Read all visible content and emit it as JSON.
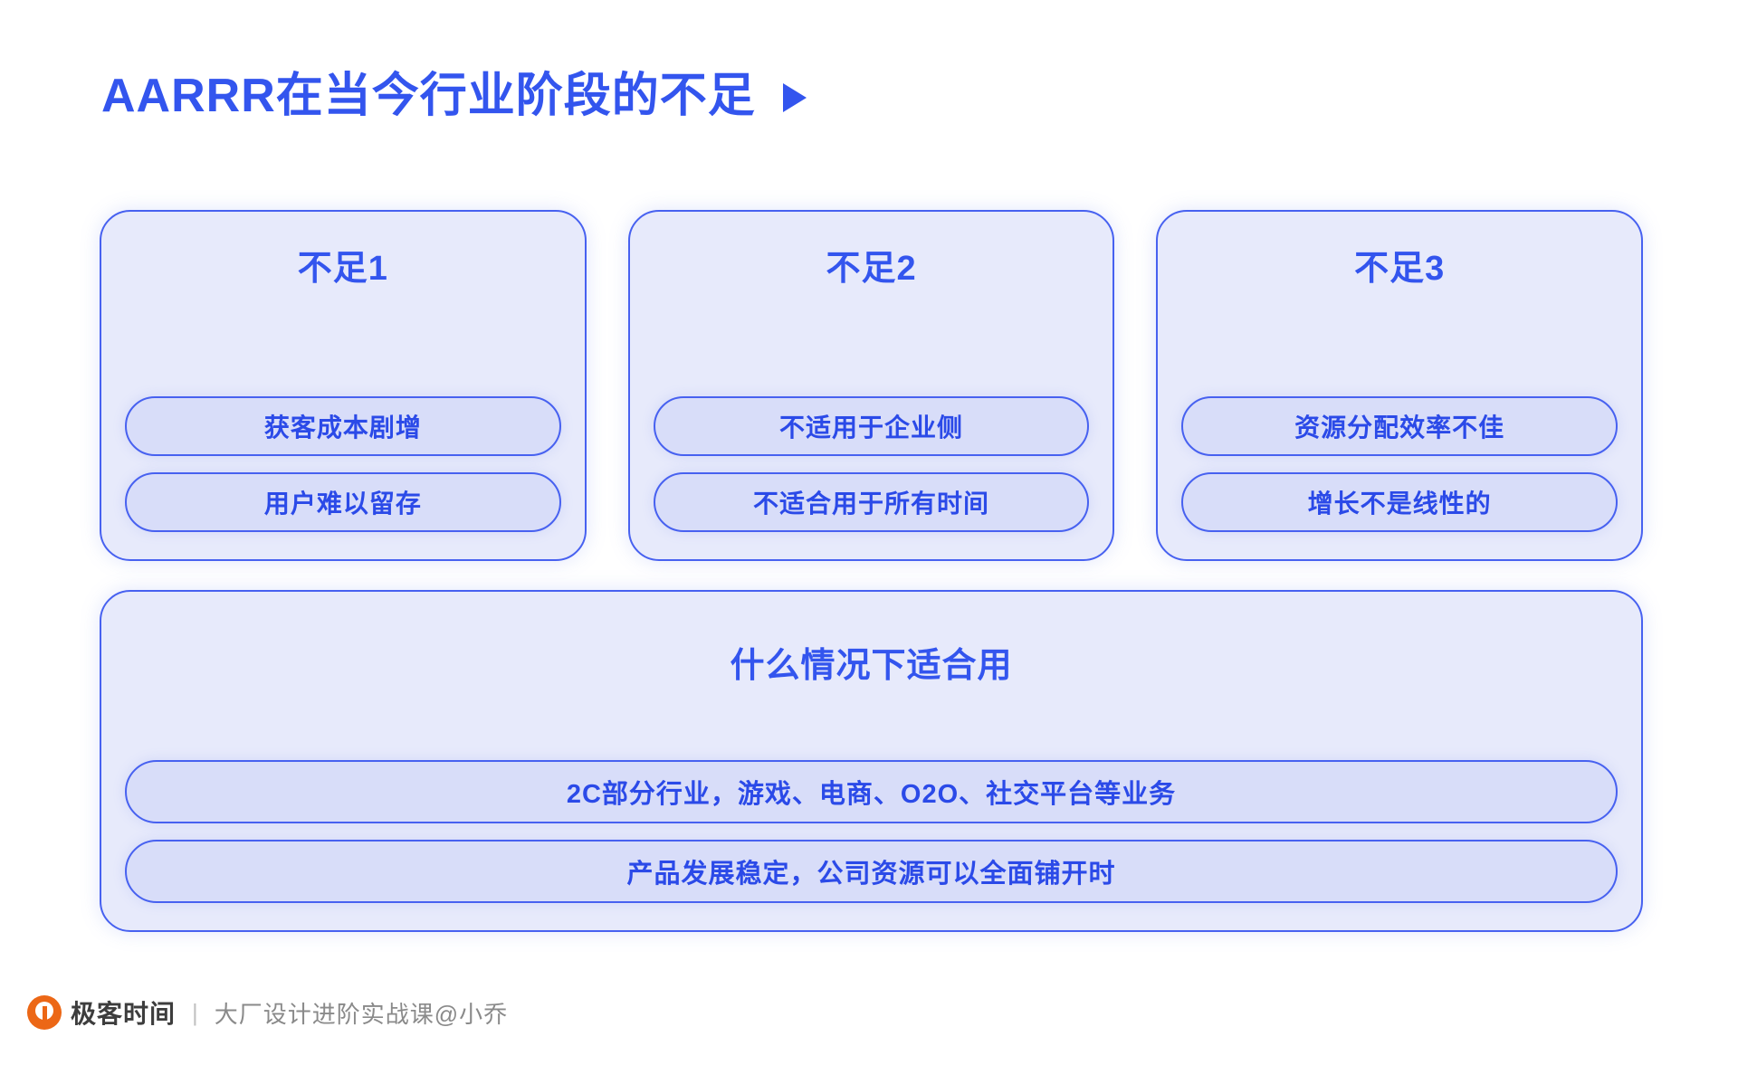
{
  "slide": {
    "title": "AARRR在当今行业阶段的不足",
    "title_marker_icon": "play-triangle-icon",
    "accent_color": "#3355ee",
    "card_border_color": "#4761f0",
    "card_fill_color": "#e7eafb",
    "pill_fill_color": "#d8ddf9",
    "background_color": "#ffffff"
  },
  "cards": [
    {
      "title": "不足1",
      "pills": [
        "获客成本剧增",
        "用户难以留存"
      ]
    },
    {
      "title": "不足2",
      "pills": [
        "不适用于企业侧",
        "不适合用于所有时间"
      ]
    },
    {
      "title": "不足3",
      "pills": [
        "资源分配效率不佳",
        "增长不是线性的"
      ]
    }
  ],
  "bottom_panel": {
    "title": "什么情况下适合用",
    "pills": [
      "2C部分行业，游戏、电商、O2O、社交平台等业务",
      "产品发展稳定，公司资源可以全面铺开时"
    ]
  },
  "footer": {
    "logo_icon": "geektime-logo-icon",
    "brand": "极客时间",
    "separator": "|",
    "course": "大厂设计进阶实战课@小乔",
    "brand_color": "#ec6716"
  }
}
